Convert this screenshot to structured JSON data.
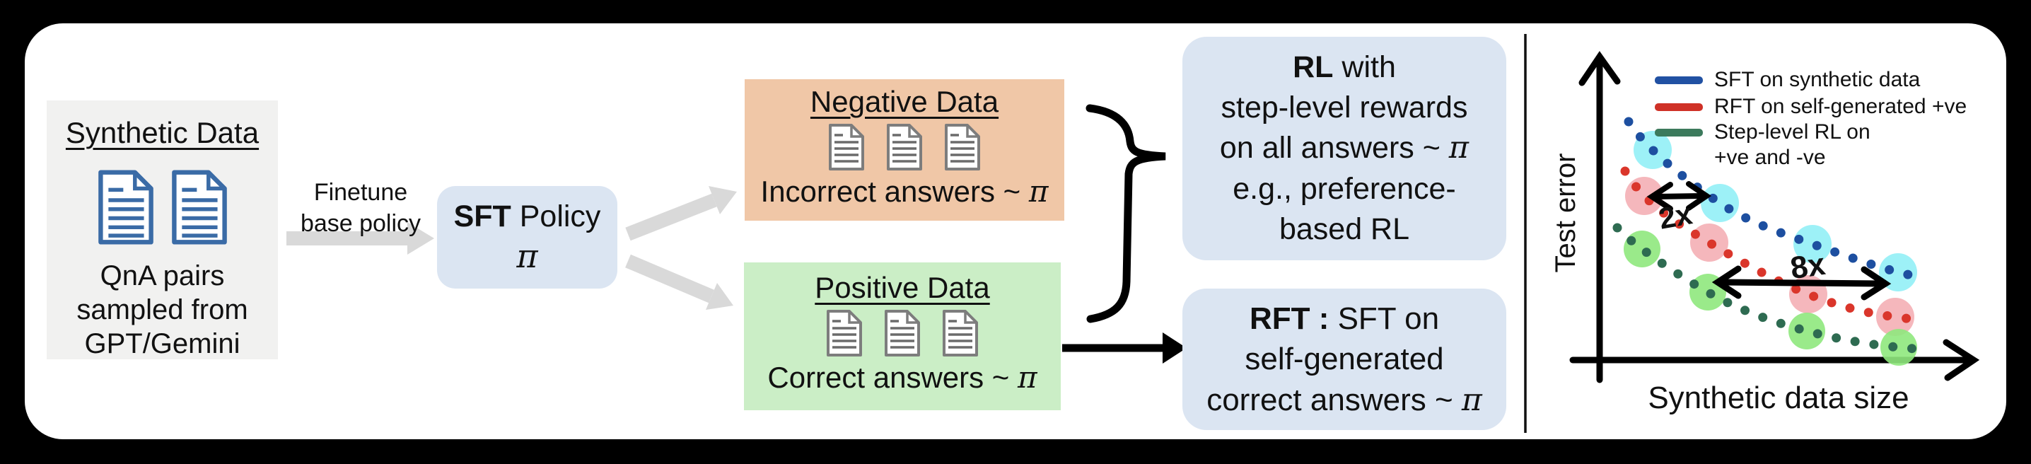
{
  "colors": {
    "page_bg": "#000000",
    "canvas_bg": "#ffffff",
    "synthetic_box_bg": "#f1f1f0",
    "policy_box_bg": "#dbe5f2",
    "negative_box_bg": "#f0c7a7",
    "positive_box_bg": "#cbeec6",
    "doc_icon_blue": "#3a6ba6",
    "doc_icon_gray": "#7d7d7d",
    "flow_arrow_gray": "#d9d9d9",
    "sft_series": "#1d4fa0",
    "rft_series": "#da362b",
    "rl_series": "#2e6b51",
    "sft_marker": "#8ceef6",
    "rft_marker": "#f4afb5",
    "rl_marker": "#8fe87d"
  },
  "pipeline": {
    "synthetic_box": {
      "title": "Synthetic Data",
      "icon": "document-icon",
      "caption_lines": [
        "QnA pairs",
        "sampled from",
        "GPT/Gemini"
      ]
    },
    "finetune_label_lines": [
      "Finetune",
      "base policy"
    ],
    "sft_box": {
      "title_bold": "SFT",
      "title_rest": " Policy",
      "pi": "π"
    },
    "negative_box": {
      "title": "Negative Data",
      "icon": "document-icon",
      "caption": "Incorrect answers ~ ",
      "pi": "π"
    },
    "positive_box": {
      "title": "Positive Data",
      "icon": "document-icon",
      "caption": "Correct answers ~ ",
      "pi": "π"
    },
    "rl_box": {
      "line1_bold": "RL",
      "line1_rest": " with",
      "line2": "step-level rewards",
      "line3": "on all answers ~ ",
      "line3_pi": "π",
      "line4": "e.g., preference-",
      "line5": "based RL"
    },
    "rft_box": {
      "line1_bold": "RFT :",
      "line1_rest": " SFT on",
      "line2": "self-generated",
      "line3": "correct answers ~ ",
      "line3_pi": "π"
    }
  },
  "chart": {
    "ylabel": "Test error",
    "xlabel": "Synthetic data size",
    "legend_rows": [
      [
        "SFT on synthetic data"
      ],
      [
        "RFT on self-generated +ve"
      ],
      [
        "Step-level RL on",
        "+ve and -ve"
      ]
    ],
    "annotations": {
      "x2": "2x",
      "x8": "8x"
    }
  },
  "chart_data": {
    "type": "line",
    "style": "dotted decreasing convex curves with highlighted marker points",
    "title": "",
    "xlabel": "Synthetic data size",
    "ylabel": "Test error",
    "x_axis": {
      "ticks": [],
      "scale": "unlabeled"
    },
    "y_axis": {
      "ticks": [],
      "scale": "unlabeled"
    },
    "legend_position": "top-inside",
    "grid": false,
    "series": [
      {
        "name": "SFT on synthetic data",
        "color": "#1d4fa0",
        "marker_color": "#8ceef6",
        "highlight_points_rel": [
          [
            0.14,
            0.68
          ],
          [
            0.32,
            0.51
          ],
          [
            0.56,
            0.37
          ],
          [
            0.78,
            0.28
          ]
        ]
      },
      {
        "name": "RFT on self-generated +ve",
        "color": "#da362b",
        "marker_color": "#f4afb5",
        "highlight_points_rel": [
          [
            0.12,
            0.53
          ],
          [
            0.29,
            0.38
          ],
          [
            0.55,
            0.21
          ],
          [
            0.78,
            0.14
          ]
        ]
      },
      {
        "name": "Step-level RL on +ve and -ve",
        "color": "#2e6b51",
        "marker_color": "#8fe87d",
        "highlight_points_rel": [
          [
            0.11,
            0.36
          ],
          [
            0.28,
            0.22
          ],
          [
            0.54,
            0.09
          ],
          [
            0.79,
            0.04
          ]
        ]
      }
    ],
    "annotations": [
      {
        "label": "2x",
        "type": "double-headed-arrow"
      },
      {
        "label": "8x",
        "type": "double-headed-arrow"
      }
    ]
  }
}
